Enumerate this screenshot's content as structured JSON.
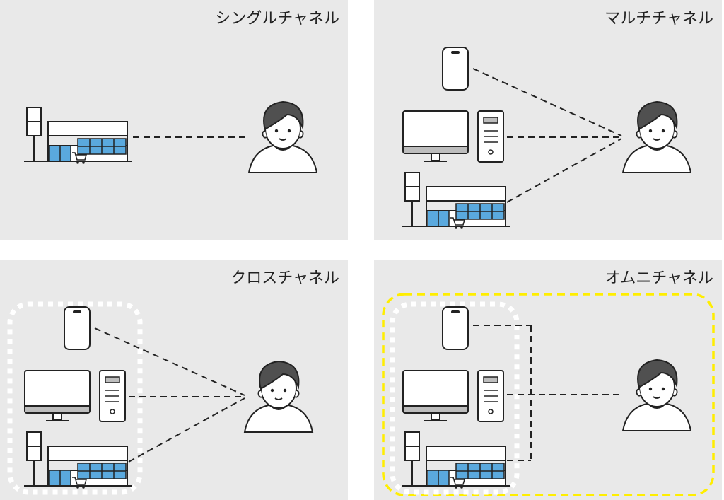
{
  "panels": [
    {
      "id": "single",
      "title": "シングルチャネル"
    },
    {
      "id": "multi",
      "title": "マルチチャネル"
    },
    {
      "id": "cross",
      "title": "クロスチャネル"
    },
    {
      "id": "omni",
      "title": "オムニチャネル"
    }
  ],
  "colors": {
    "panel_bg": "#e9e9e9",
    "store_blue": "#5aa9de",
    "line": "#222222",
    "omni_highlight": "#ffee00",
    "cross_group_border": "#ffffff"
  },
  "icons": [
    "smartphone-icon",
    "desktop-pc-icon",
    "store-icon",
    "person-icon",
    "shopping-cart-icon"
  ]
}
